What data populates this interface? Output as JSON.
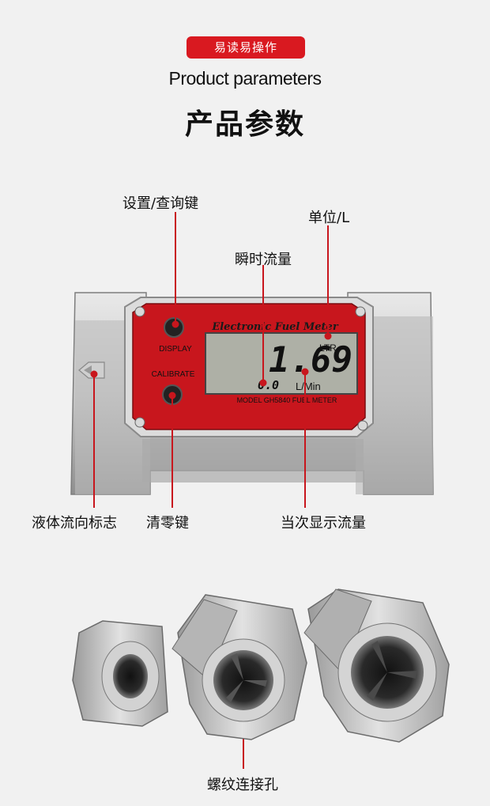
{
  "header": {
    "badge": "易读易操作",
    "subtitle": "Product parameters",
    "title": "产品参数"
  },
  "callouts": {
    "settings_key": "设置/查询键",
    "unit": "单位/L",
    "instant_flow": "瞬时流量",
    "flow_direction": "液体流向标志",
    "reset_key": "清零键",
    "current_flow": "当次显示流量",
    "thread_hole": "螺纹连接孔"
  },
  "meter": {
    "brand": "Electronic Fuel Meter",
    "display_btn": "DISPLAY",
    "calibrate_btn": "CALIBRATE",
    "reading": "1.69",
    "reading_unit": "LTR",
    "rate": "0.0",
    "rate_unit": "L/Min",
    "model": "MODEL GH5840 FUEL METER"
  },
  "colors": {
    "accent": "#d91920",
    "panel": "#c8161d"
  }
}
